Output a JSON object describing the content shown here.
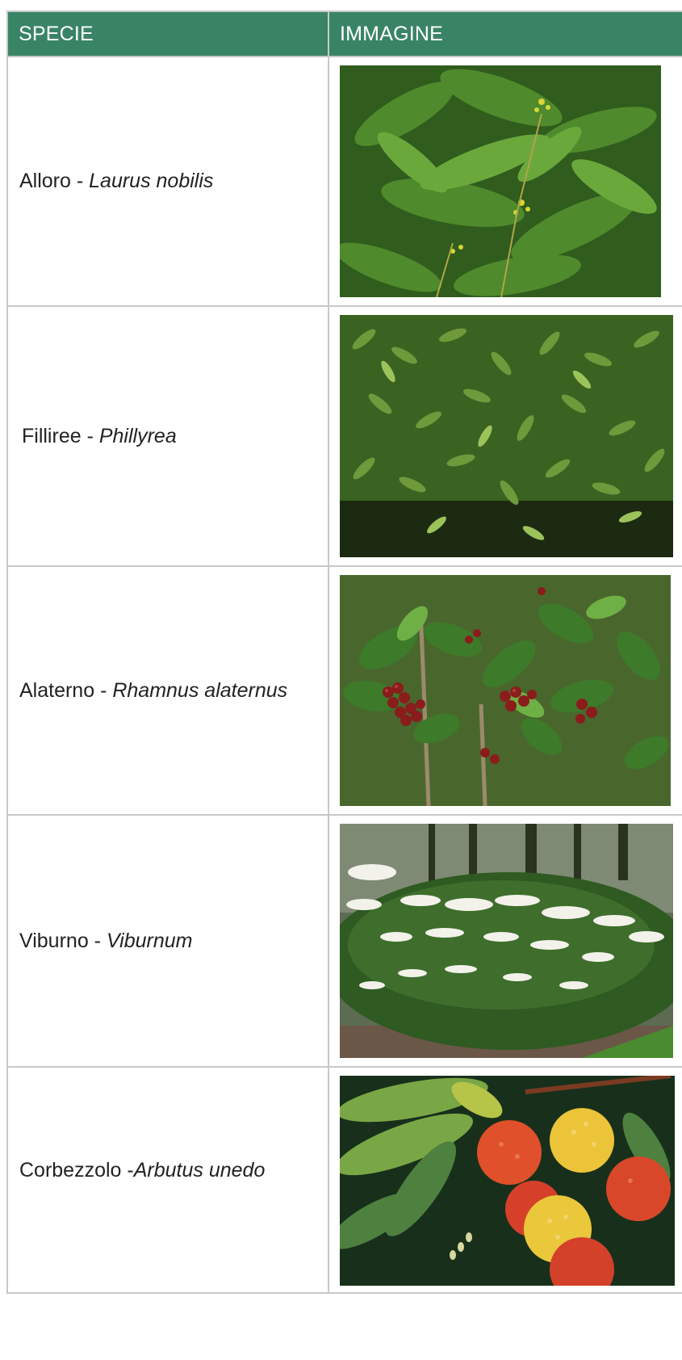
{
  "table": {
    "headers": {
      "species": "SPECIE",
      "image": "IMMAGINE"
    },
    "rows": [
      {
        "common": "Alloro",
        "separator": " - ",
        "latin": "Laurus nobilis",
        "photo": "laurel-leaves-photo"
      },
      {
        "common": "Filliree",
        "separator": " - ",
        "latin": "Phillyrea",
        "photo": "phillyrea-shrub-photo"
      },
      {
        "common": "Alaterno",
        "separator": " - ",
        "latin": "Rhamnus alaternus",
        "photo": "alaternus-berries-photo"
      },
      {
        "common": "Viburno",
        "separator": " - ",
        "latin": "Viburnum",
        "photo": "viburnum-bush-photo"
      },
      {
        "common": "Corbezzolo",
        "separator": " -",
        "latin": "Arbutus unedo",
        "photo": "strawberry-tree-fruit-photo"
      }
    ]
  },
  "colors": {
    "header_bg": "#3a8466",
    "header_text": "#ffffff",
    "border": "#c8c8c8"
  }
}
